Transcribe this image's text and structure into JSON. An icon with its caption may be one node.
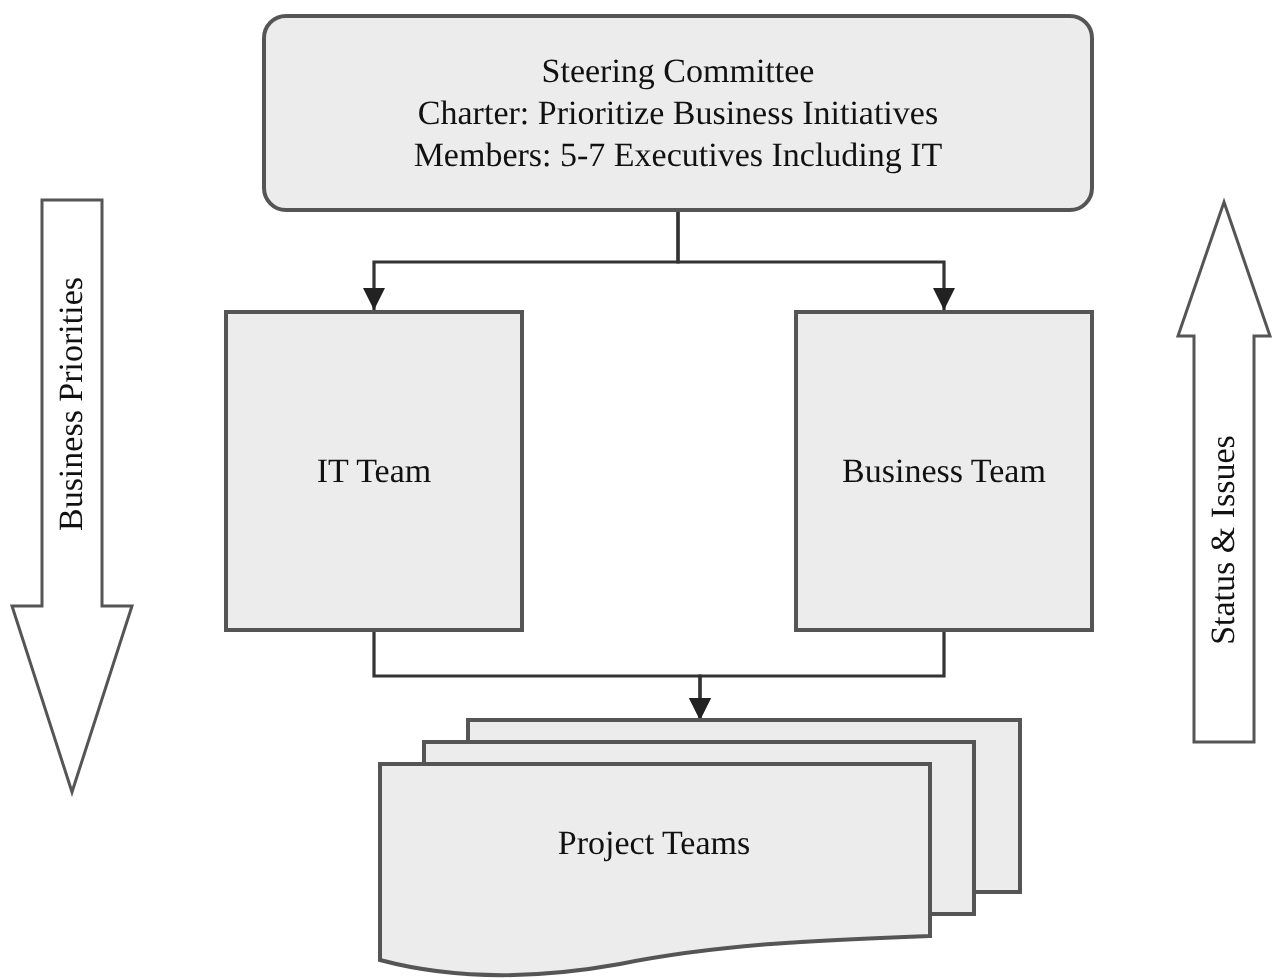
{
  "diagram": {
    "nodes": [
      {
        "text": [
          "Steering Committee",
          "Charter: Prioritize Business Initiatives",
          "Members: 5-7 Executives Including IT"
        ]
      },
      {
        "text": [
          "IT Team"
        ]
      },
      {
        "text": [
          "Business Team"
        ]
      },
      {
        "text": [
          "Project Teams"
        ]
      },
      {
        "text": [
          "Business Priorities"
        ]
      },
      {
        "text": [
          "Status & Issues"
        ]
      }
    ],
    "edges": [
      {
        "from": 0,
        "to": 1,
        "arrow": "to"
      },
      {
        "from": 0,
        "to": 2,
        "arrow": "to"
      },
      {
        "from": 1,
        "to": 3,
        "arrow": "to"
      },
      {
        "from": 2,
        "to": 3,
        "arrow": "to"
      }
    ]
  }
}
